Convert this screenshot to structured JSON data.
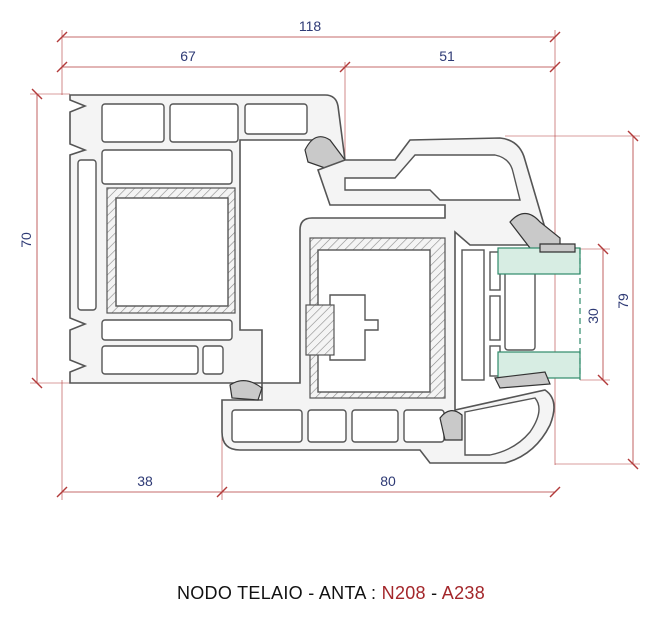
{
  "dimensions": {
    "overall_width": "118",
    "left_width": "67",
    "right_width": "51",
    "frame_height": "70",
    "sash_height": "79",
    "glass_thickness": "30",
    "bottom_left": "38",
    "bottom_right": "80"
  },
  "caption": {
    "title": "NODO TELAIO - ANTA : ",
    "frame_code": "N208",
    "separator": " - ",
    "sash_code": "A238"
  },
  "colors": {
    "dimension_line": "#b23a3a",
    "dimension_text": "#2e3a75",
    "code_text": "#a3262a",
    "glass": "#d7ede3"
  }
}
